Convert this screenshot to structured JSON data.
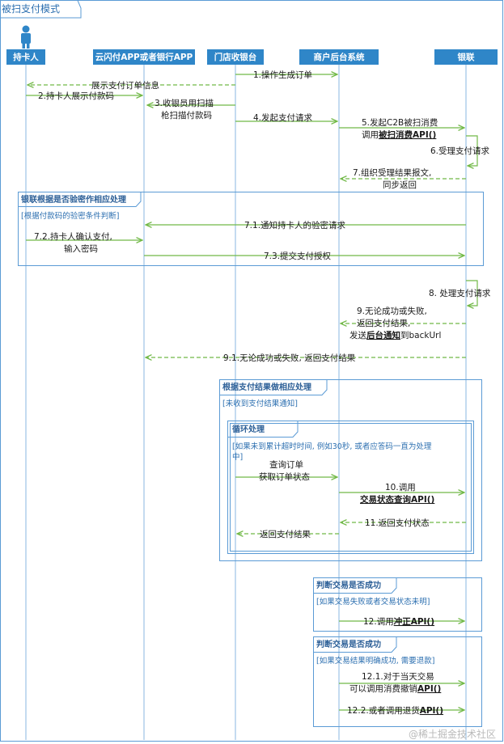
{
  "title": "被扫支付模式",
  "actors": [
    {
      "key": "cardholder",
      "label": "持卡人"
    },
    {
      "key": "app",
      "label": "云闪付APP或者银行APP"
    },
    {
      "key": "pos",
      "label": "门店收银台"
    },
    {
      "key": "merchant",
      "label": "商户后台系统"
    },
    {
      "key": "unionpay",
      "label": "银联"
    }
  ],
  "messages": [
    {
      "id": "m1",
      "lines": [
        "1.操作生成订单"
      ]
    },
    {
      "id": "m_show",
      "lines": [
        "展示支付订单信息"
      ]
    },
    {
      "id": "m2",
      "lines": [
        "2.持卡人展示付款码"
      ]
    },
    {
      "id": "m3",
      "lines": [
        "3.收银员用扫描",
        "枪扫描付款码"
      ]
    },
    {
      "id": "m4",
      "lines": [
        "4.发起支付请求"
      ]
    },
    {
      "id": "m5",
      "lines": [
        "5.发起C2B被扫消费",
        "调用"
      ],
      "link": "被扫消费API()"
    },
    {
      "id": "m6",
      "lines": [
        "6.受理支付请求"
      ]
    },
    {
      "id": "m7",
      "lines": [
        "7.组织受理结果报文,",
        "同步返回"
      ]
    },
    {
      "id": "m71",
      "lines": [
        "7.1.通知持卡人的验密请求"
      ]
    },
    {
      "id": "m72",
      "lines": [
        "7.2.持卡人确认支付,",
        "输入密码"
      ]
    },
    {
      "id": "m73",
      "lines": [
        "7.3.提交支付授权"
      ]
    },
    {
      "id": "m8",
      "lines": [
        "8.  处理支付请求"
      ]
    },
    {
      "id": "m9",
      "lines": [
        "9.无论成功或失败,",
        "返回支付结果,",
        "发送"
      ],
      "link": "后台通知",
      "suffix": "到backUrl"
    },
    {
      "id": "m91",
      "lines": [
        "9.1.无论成功或失败, 返回支付结果"
      ]
    },
    {
      "id": "m_query",
      "lines": [
        "查询订单",
        "获取订单状态"
      ]
    },
    {
      "id": "m10",
      "lines": [
        "10.调用"
      ],
      "link": "交易状态查询API()"
    },
    {
      "id": "m11",
      "lines": [
        "11.返回支付状态"
      ]
    },
    {
      "id": "m_ret",
      "lines": [
        "返回支付结果"
      ]
    },
    {
      "id": "m12",
      "lines": [
        "12.调用"
      ],
      "link": "冲正API()"
    },
    {
      "id": "m121",
      "lines": [
        "12.1.对于当天交易",
        "可以调用消费撤销"
      ],
      "link": "API()"
    },
    {
      "id": "m122",
      "lines": [
        "12.2.或者调用退货"
      ],
      "link": "API()"
    }
  ],
  "frames": [
    {
      "id": "f1",
      "title": "银联根据是否验密作相应处理",
      "condition": "[根据付款码的验密条件判断]"
    },
    {
      "id": "f2",
      "title": "根据支付结果做相应处理",
      "condition": "[未收到支付结果通知]"
    },
    {
      "id": "f3",
      "title": "循环处理",
      "condition_lines": [
        "[如果未到累计超时时间, 例如30秒, 或者应答码一直为处理",
        "中]"
      ]
    },
    {
      "id": "f4",
      "title": "判断交易是否成功",
      "condition": "[如果交易失败或者交易状态未明]"
    },
    {
      "id": "f5",
      "title": "判断交易是否成功",
      "condition": "[如果交易结果明确成功, 需要退款]"
    }
  ],
  "watermark": "@稀土掘金技术社区",
  "colors": {
    "accent": "#2f86c8",
    "arrow": "#72b948",
    "lifeline": "#9dc3e6",
    "frame": "#5b9bd5"
  }
}
